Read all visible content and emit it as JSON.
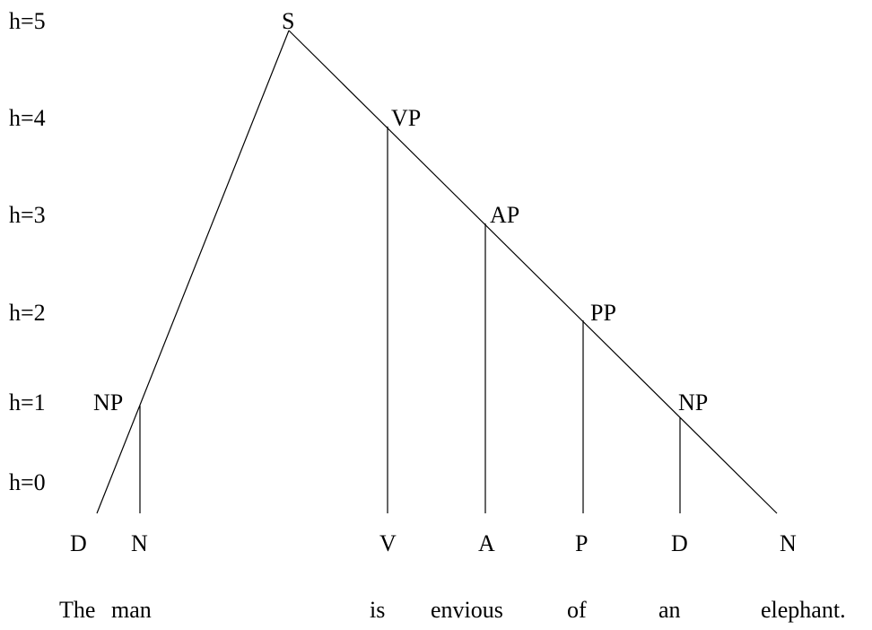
{
  "height_labels": [
    "h=5",
    "h=4",
    "h=3",
    "h=2",
    "h=1",
    "h=0"
  ],
  "nodes": [
    {
      "id": "s",
      "label": "S"
    },
    {
      "id": "vp",
      "label": "VP"
    },
    {
      "id": "ap",
      "label": "AP"
    },
    {
      "id": "pp",
      "label": "PP"
    },
    {
      "id": "np1",
      "label": "NP"
    },
    {
      "id": "np2",
      "label": "NP"
    }
  ],
  "pos_tags": [
    "D",
    "N",
    "V",
    "A",
    "P",
    "D",
    "N"
  ],
  "words": [
    "The",
    "man",
    "is",
    "envious",
    "of",
    "an",
    "elephant."
  ]
}
